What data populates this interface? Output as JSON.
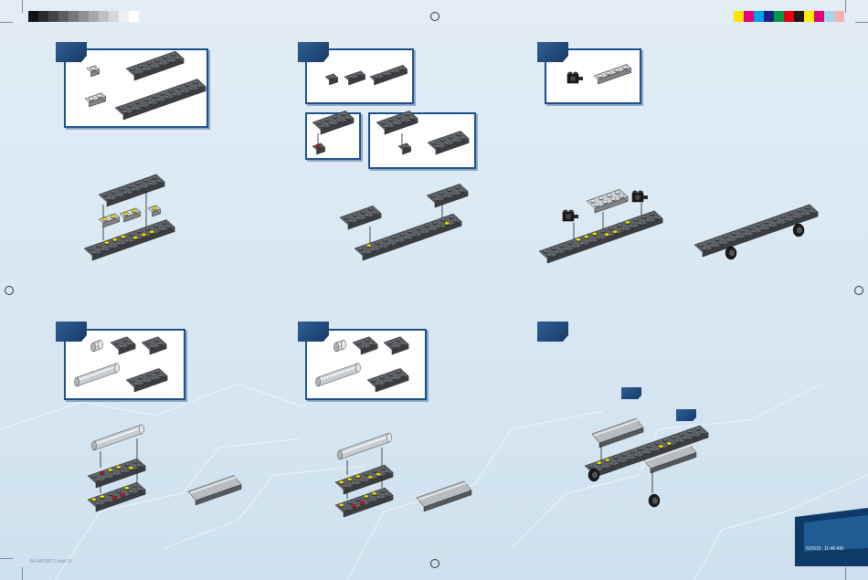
{
  "footer": {
    "left_slug": "8U-MKSBT1.indd 10",
    "right_date": "5/29/15",
    "right_time": "11:46 AM"
  },
  "color_bar": {
    "grays": [
      "#111111",
      "#2b2b2b",
      "#454545",
      "#5e5e5e",
      "#777777",
      "#909090",
      "#a8a8a8",
      "#c0c0c0",
      "#d8d8d8",
      "#f0f0f0",
      "#ffffff"
    ],
    "process": [
      "#ffe500",
      "#e5007e",
      "#00a0e9",
      "#1d2088",
      "#009944",
      "#e60012",
      "#231815",
      "#fff100",
      "#e4007f",
      "#a0d8ef",
      "#f5b2b2"
    ]
  },
  "colors": {
    "brick_gray": "#5f6368",
    "brick_light": "#cfd2d5",
    "brick_black": "#1a1a1a",
    "stud_yellow": "#f2e100",
    "stud_red": "#c7151f",
    "step_tab": "#1f4a80"
  }
}
